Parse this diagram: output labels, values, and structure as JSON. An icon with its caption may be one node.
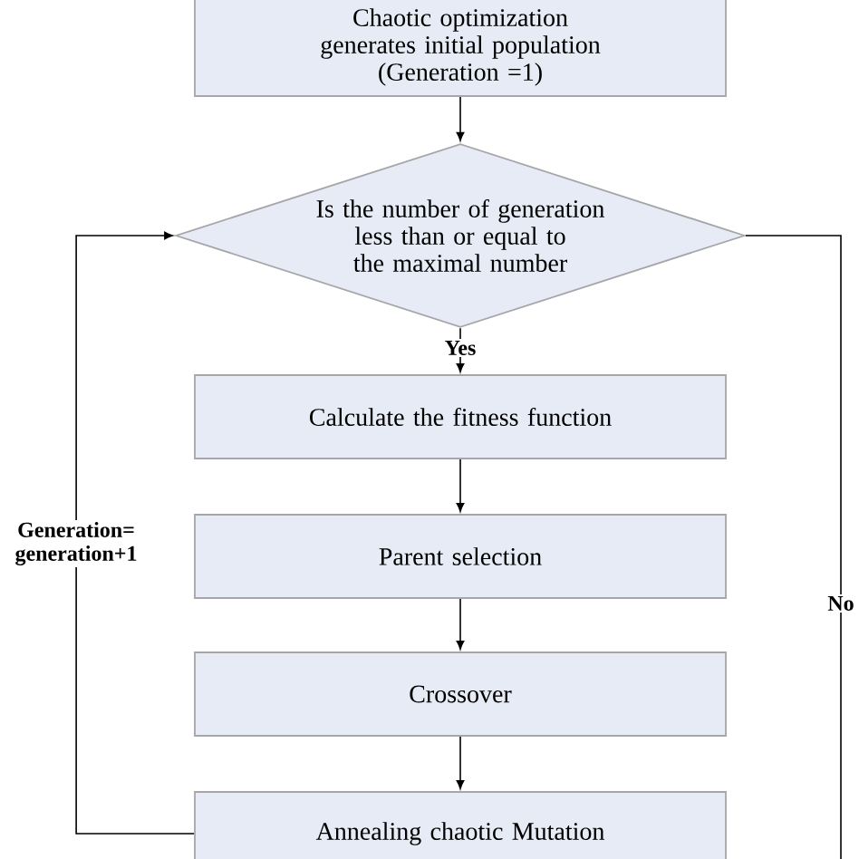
{
  "diagram": {
    "nodes": [
      {
        "text": [
          "Chaotic optimization generates initial population",
          "(Generation =1)"
        ]
      },
      {
        "text": [
          "Is the number of generation less than or equal to the maximal number"
        ]
      },
      {
        "text": [
          "Calculate the fitness function"
        ]
      },
      {
        "text": [
          "Parent selection"
        ]
      },
      {
        "text": [
          "Crossover"
        ]
      },
      {
        "text": [
          "Annealing chaotic Mutation"
        ]
      }
    ],
    "edges": [
      {
        "from": 0,
        "to": 1,
        "arrow": "to"
      },
      {
        "from": 1,
        "to": 2,
        "arrow": "to",
        "label": "Yes"
      },
      {
        "from": 2,
        "to": 3,
        "arrow": "to"
      },
      {
        "from": 3,
        "to": 4,
        "arrow": "to"
      },
      {
        "from": 4,
        "to": 5,
        "arrow": "to"
      },
      {
        "from": 5,
        "to": 1,
        "arrow": "to",
        "label": "Generation= generation+1"
      },
      {
        "from": 1,
        "to": null,
        "arrow": "none",
        "label": "No"
      }
    ]
  }
}
